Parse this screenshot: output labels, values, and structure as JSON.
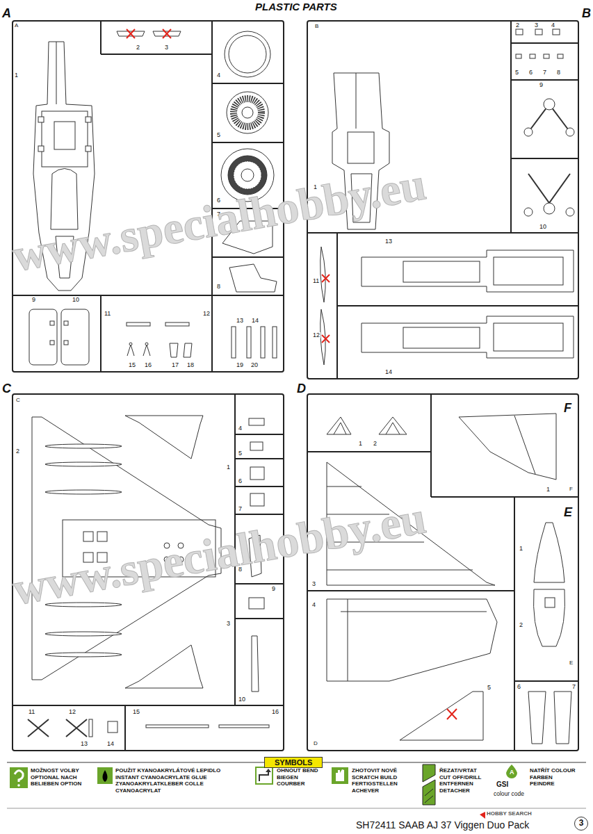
{
  "diagram": {
    "title": "PLASTIC PARTS",
    "nodes": [
      {
        "text": [
          "SYMBOLS"
        ]
      },
      {
        "text": [
          "3"
        ]
      }
    ],
    "labels": [
      "A",
      "A",
      "1",
      "2",
      "3",
      "4",
      "5",
      "6",
      "7",
      "8",
      "9",
      "10",
      "11",
      "12",
      "13",
      "14",
      "15",
      "16",
      "17",
      "18",
      "19",
      "20",
      "B",
      "B",
      "1",
      "2",
      "3",
      "4",
      "5",
      "6",
      "7",
      "8",
      "9",
      "10",
      "11",
      "12",
      "13",
      "14",
      "C",
      "C",
      "1",
      "2",
      "3",
      "4",
      "5",
      "6",
      "7",
      "8",
      "9",
      "10",
      "11",
      "12",
      "13",
      "14",
      "15",
      "16",
      "D",
      "D",
      "1",
      "2",
      "3",
      "4",
      "5",
      "F",
      "F",
      "1",
      "E",
      "E",
      "1",
      "2",
      "6",
      "7",
      "www.specialhobby.eu",
      "www.specialhobby.eu",
      "GSI",
      "A",
      "colour code",
      "SH72411 SAAB AJ 37 Viggen Duo Pack",
      "HOBBY SEARCH"
    ],
    "legend": [
      {
        "text": "MOŽNOST VOLBY OPTIONAL NACH BELIEBEN OPTION"
      },
      {
        "text": "POUŽIT KYANOAKRYLÁTOVÉ LEPIDLO INSTANT CYANOACRYLATE GLUE ZYANOAKRYLATKLEBER COLLE CYANOACRYLAT"
      },
      {
        "text": "OHNOUT BEND BIEGEN COURBER"
      },
      {
        "text": "ZHOTOVIT NOVĚ SCRATCH BUILD FERTIGSTELLEN ACHEVER"
      },
      {
        "text": "ŘEZAT/VRTAT CUT OFF/DRILL ENTFERNEN DETACHER"
      },
      {
        "text": "NATŘÍT COLOUR FARBEN PEINDRE"
      }
    ]
  }
}
